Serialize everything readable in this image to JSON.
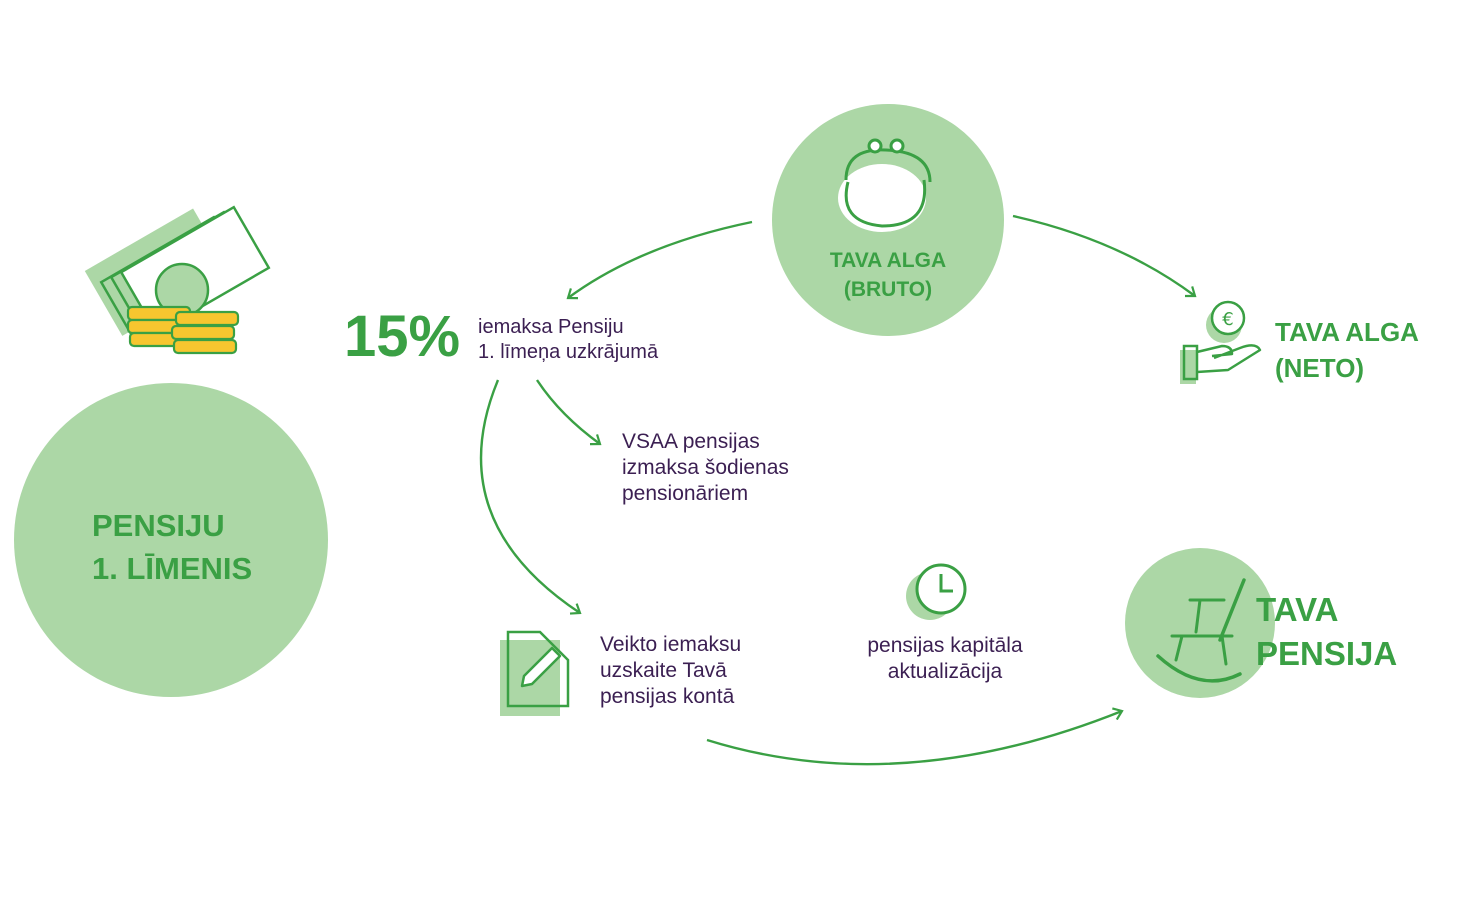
{
  "colors": {
    "light_green": "#acd7a6",
    "green": "#3aa044",
    "dark_text": "#3b1f52",
    "coin_yellow": "#f7c62f"
  },
  "level_circle": {
    "label": "PENSIJU\n1. LĪMENIS"
  },
  "gross_salary": {
    "label": "TAVA ALGA\n(BRUTO)",
    "icon": "purse-icon"
  },
  "net_salary": {
    "label": "TAVA ALGA\n(NETO)",
    "icon": "hand-euro-coin-icon"
  },
  "contribution": {
    "percent": "15%",
    "text": "iemaksa Pensiju\n1. līmeņa uzkrājumā"
  },
  "vsaa": {
    "text": "VSAA pensijas\nizmaksa šodienas\npensionāriem"
  },
  "account": {
    "text": "Veikto iemaksu\nuzskaite Tavā\npensijas kontā",
    "icon": "document-pencil-icon"
  },
  "capital": {
    "text": "pensijas kapitāla\naktualizācija",
    "icon": "clock-icon"
  },
  "pension": {
    "label": "TAVA\nPENSIJA",
    "icon": "rocking-chair-icon"
  },
  "money_icon": "money-coins-icon"
}
